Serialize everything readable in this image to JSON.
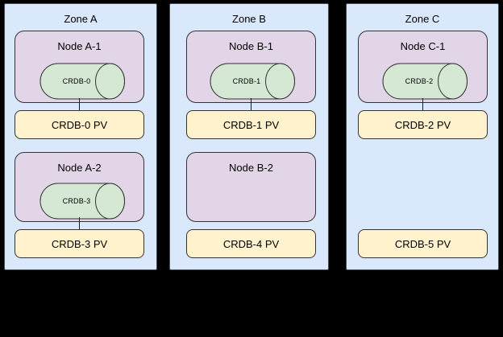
{
  "palette": {
    "background": "#000000",
    "zone_fill": "#DAE8FC",
    "zone_border": "#454c54",
    "node_fill": "#E1D5E7",
    "node_border": "#333333",
    "disk_fill": "#D5E8D4",
    "disk_border": "#333333",
    "pv_fill": "#FFF2CC",
    "pv_border": "#333333",
    "text": "#000000"
  },
  "zones": [
    {
      "label": "Zone A",
      "nodes": [
        {
          "label": "Node A-1",
          "disk": "CRDB-0",
          "pv": "CRDB-0 PV"
        },
        {
          "label": "Node A-2",
          "disk": "CRDB-3",
          "pv": "CRDB-3 PV"
        }
      ]
    },
    {
      "label": "Zone B",
      "nodes": [
        {
          "label": "Node B-1",
          "disk": "CRDB-1",
          "pv": "CRDB-1 PV"
        },
        {
          "label": "Node B-2",
          "disk": "",
          "pv": "CRDB-4 PV"
        }
      ]
    },
    {
      "label": "Zone C",
      "nodes": [
        {
          "label": "Node C-1",
          "disk": "CRDB-2",
          "pv": "CRDB-2 PV"
        },
        {
          "label": "",
          "disk": "",
          "pv": "CRDB-5 PV"
        }
      ]
    }
  ]
}
